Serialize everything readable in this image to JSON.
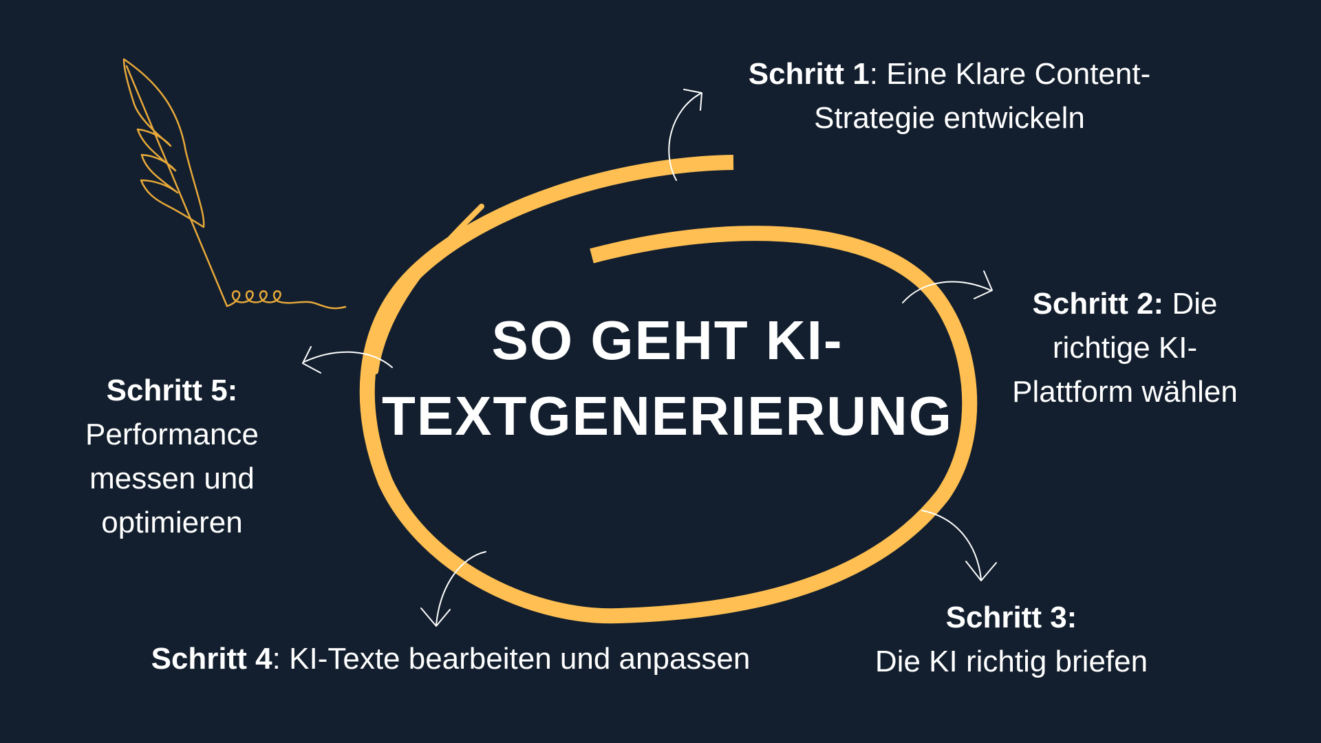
{
  "title": {
    "line1": "SO GEHT KI-",
    "line2": "TEXTGENERIERUNG"
  },
  "steps": [
    {
      "label": "Schritt 1",
      "separator": ":",
      "text": "Eine Klare Content-Strategie entwickeln"
    },
    {
      "label": "Schritt 2:",
      "text": "Die richtige KI-Plattform wählen"
    },
    {
      "label": "Schritt 3:",
      "text": "Die KI richtig briefen"
    },
    {
      "label": "Schritt 4",
      "separator": ":",
      "text": "KI-Texte bearbeiten und anpassen"
    },
    {
      "label": "Schritt 5:",
      "text": "Performance messen und optimieren"
    }
  ],
  "colors": {
    "background": "#131f2e",
    "accent": "#ffbf52",
    "text": "#ffffff"
  },
  "icons": [
    "quill-pen-icon"
  ]
}
